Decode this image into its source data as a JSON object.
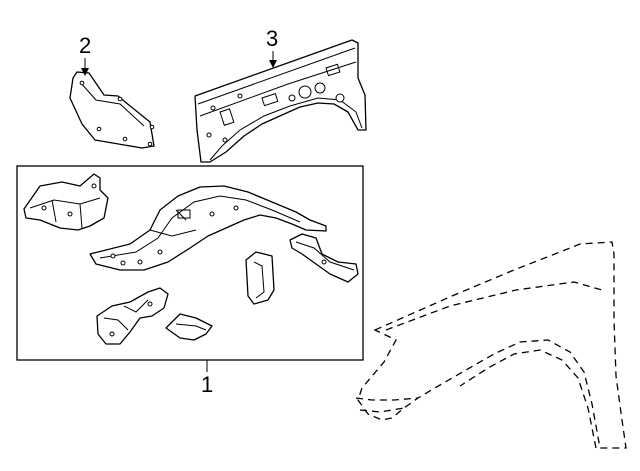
{
  "callouts": [
    {
      "id": "callout-1",
      "text": "1"
    },
    {
      "id": "callout-2",
      "text": "2"
    },
    {
      "id": "callout-3",
      "text": "3"
    }
  ],
  "colors": {
    "line": "#000000",
    "background": "#ffffff"
  }
}
